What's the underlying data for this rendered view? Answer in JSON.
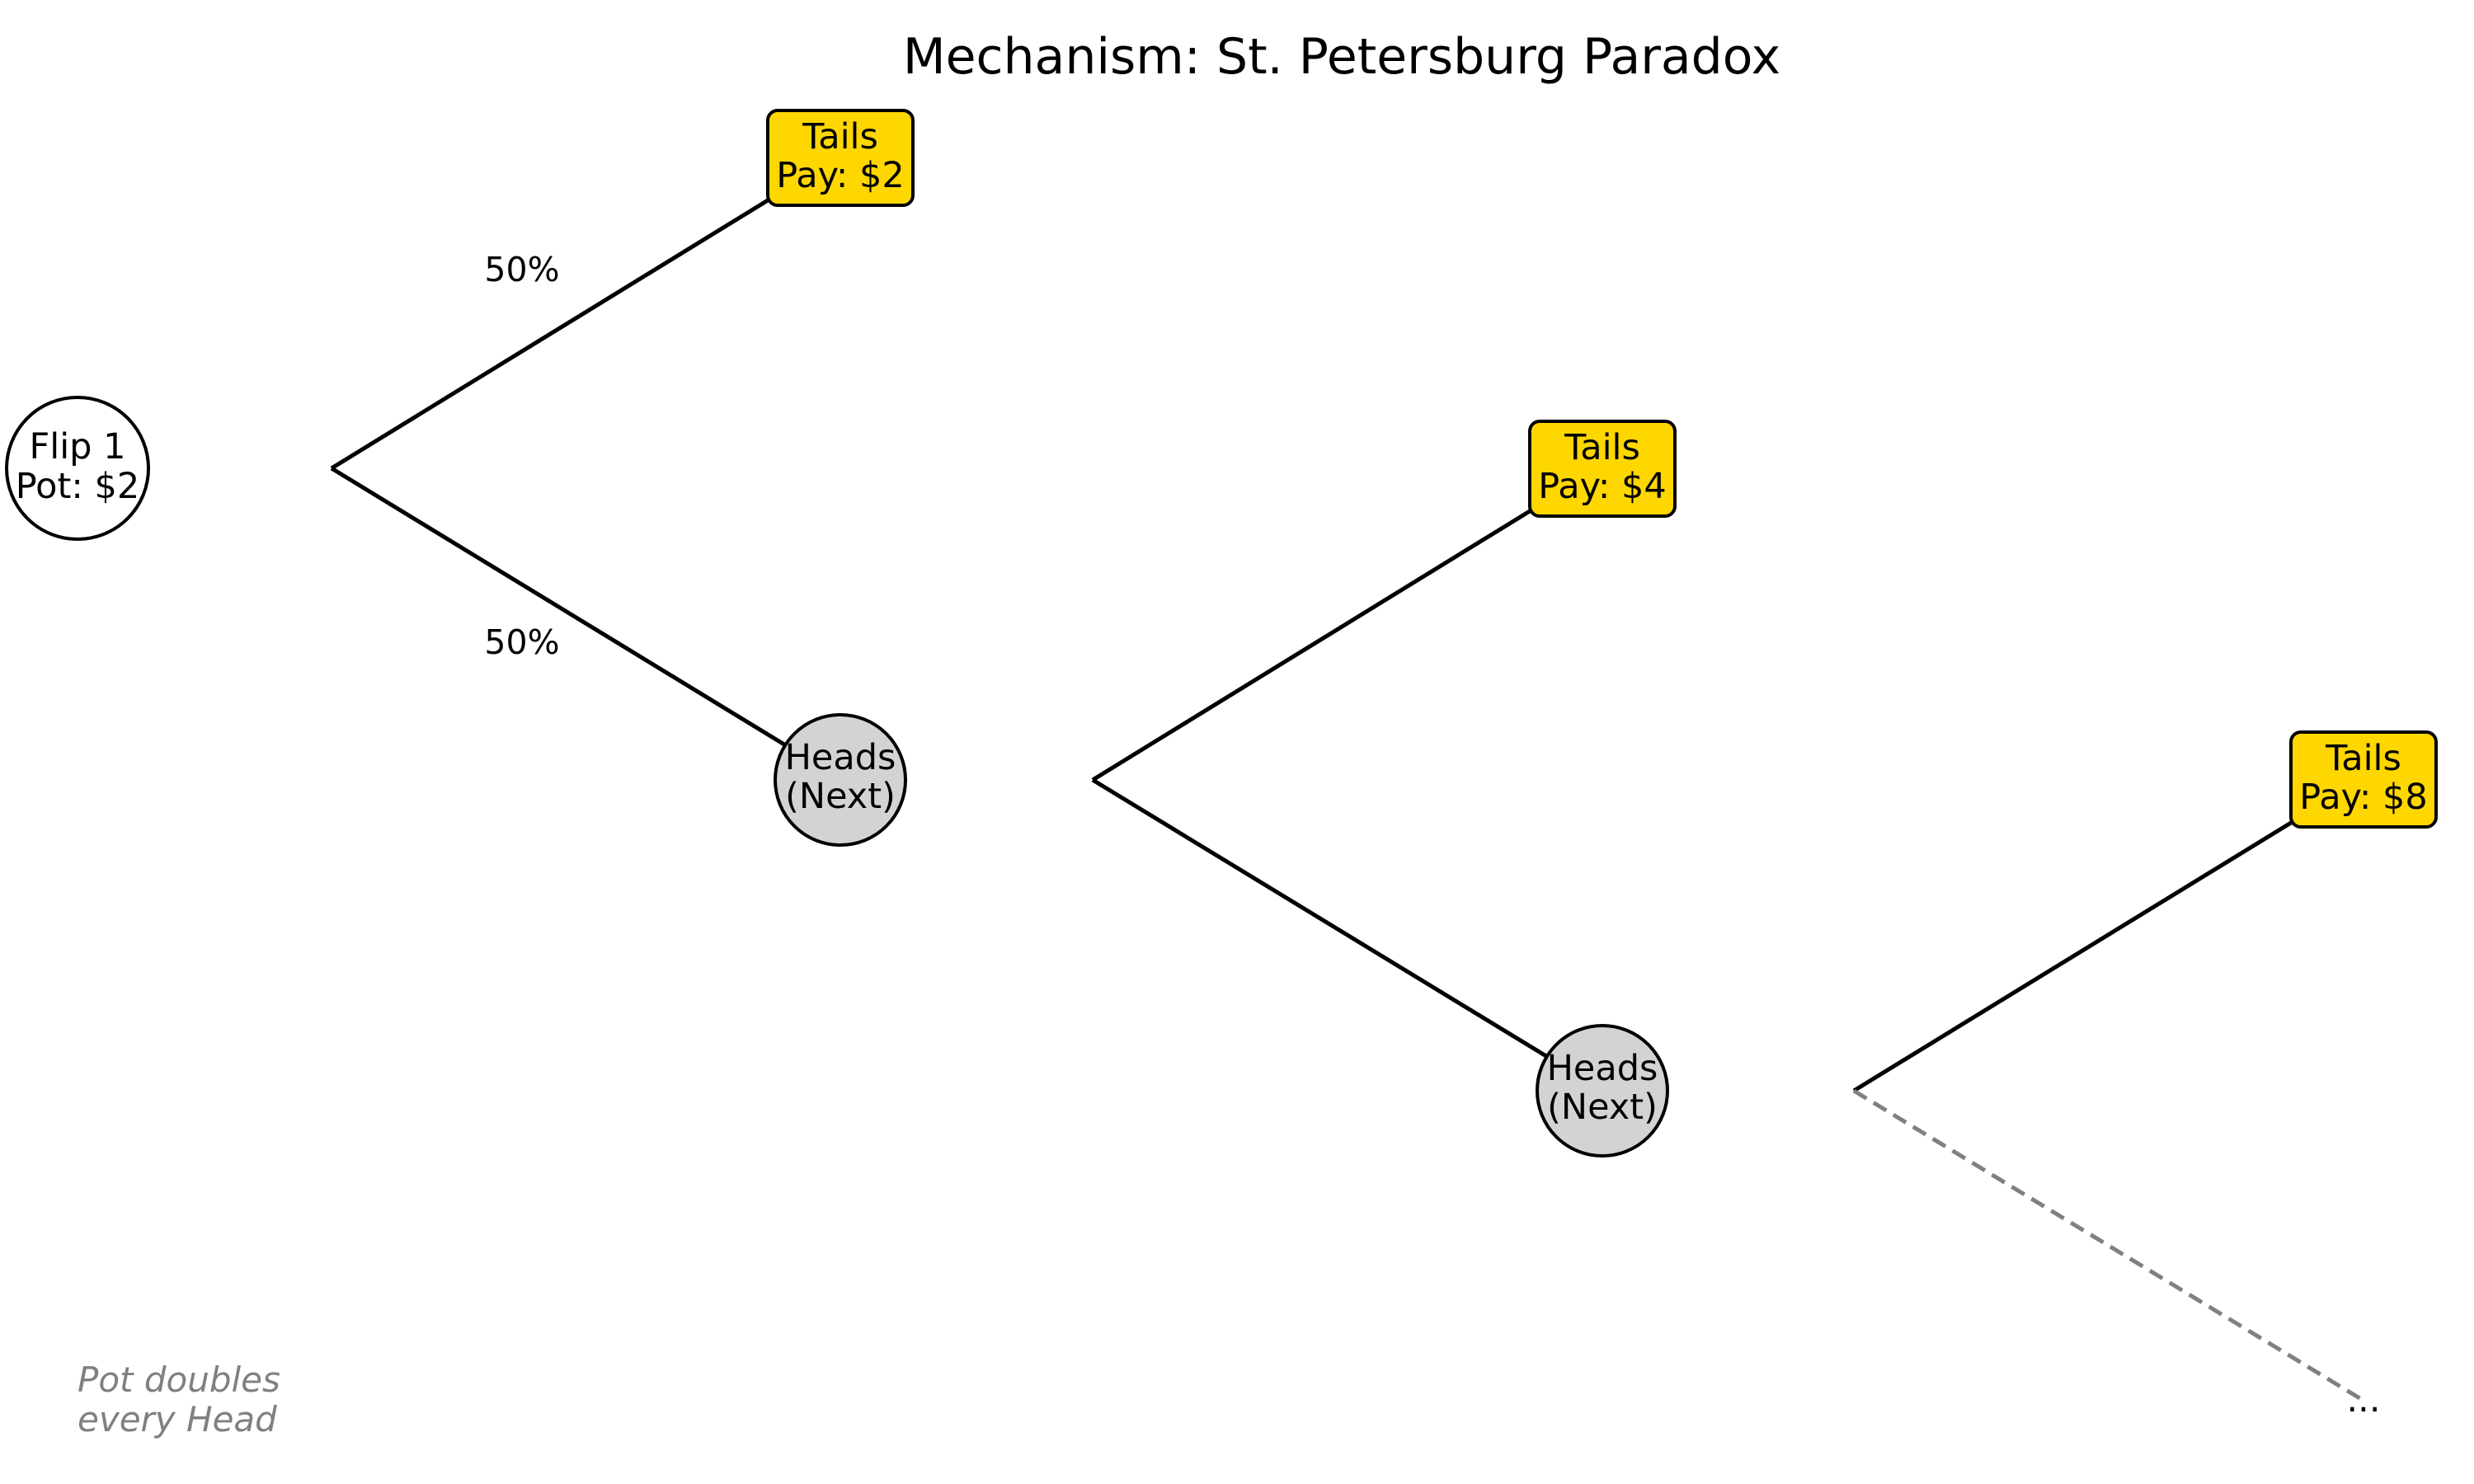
{
  "title": "Mechanism: St. Petersburg Paradox",
  "start_node": {
    "line1": "Flip 1",
    "line2": "Pot: $2"
  },
  "branch_probabilities": {
    "upper": "50%",
    "lower": "50%"
  },
  "payout_nodes": [
    {
      "line1": "Tails",
      "line2": "Pay: $2"
    },
    {
      "line1": "Tails",
      "line2": "Pay: $4"
    },
    {
      "line1": "Tails",
      "line2": "Pay: $8"
    }
  ],
  "heads_nodes": [
    {
      "line1": "Heads",
      "line2": "(Next)"
    },
    {
      "line1": "Heads",
      "line2": "(Next)"
    }
  ],
  "continuation_label": "...",
  "footnote": {
    "line1": "Pot doubles",
    "line2": "every Head"
  },
  "colors": {
    "payout_fill": "#FFD700",
    "heads_fill": "#D3D3D3",
    "start_fill": "#FFFFFF",
    "edge": "#000000",
    "continuation_edge": "#808080",
    "footnote": "#808080"
  }
}
